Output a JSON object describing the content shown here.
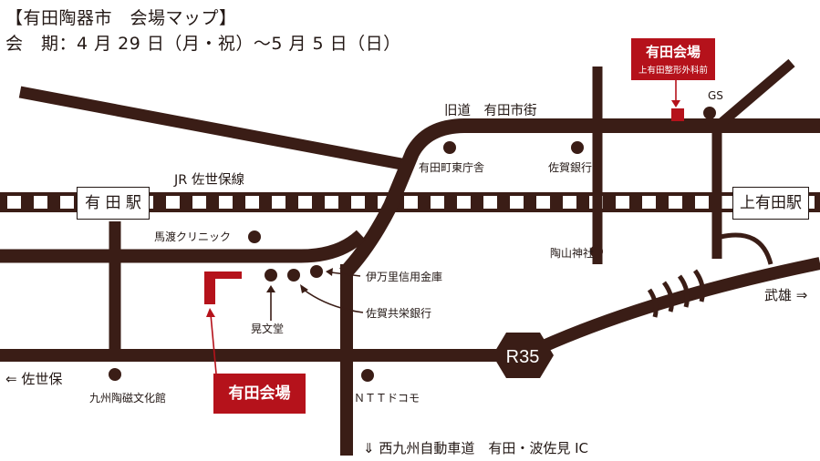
{
  "header": {
    "title": "【有田陶器市　会場マップ】",
    "period": "会　期：4 月 29 日（月・祝）～5 月 5 日（日）"
  },
  "venues": {
    "top": {
      "name": "有田会場",
      "sub": "上有田整形外科前"
    },
    "bottom": {
      "name": "有田会場"
    }
  },
  "stations": {
    "arita": "有 田 駅",
    "kami_arita": "上有田駅"
  },
  "lines": {
    "jr": "JR 佐世保線",
    "old_road": "旧道　有田市街",
    "route": "R35"
  },
  "landmarks": {
    "town_office": "有田町東庁舎",
    "saga_bank": "佐賀銀行",
    "gs": "GS",
    "mawatari_clinic": "馬渡クリニック",
    "touzan_shrine": "陶山神社",
    "imari_shinkin": "伊万里信用金庫",
    "kenbundo": "晃文堂",
    "saga_kyoei": "佐賀共栄銀行",
    "ceramic_hall": "九州陶磁文化館",
    "ntt_docomo": "ＮＴＴドコモ"
  },
  "directions": {
    "sasebo": "⇐ 佐世保",
    "takeo": "武雄 ⇒",
    "expressway": "⇓ 西九州自動車道　有田・波佐見 IC"
  },
  "colors": {
    "road": "#3a1d16",
    "accent": "#b5121b",
    "rail_tie": "#ffffff"
  }
}
